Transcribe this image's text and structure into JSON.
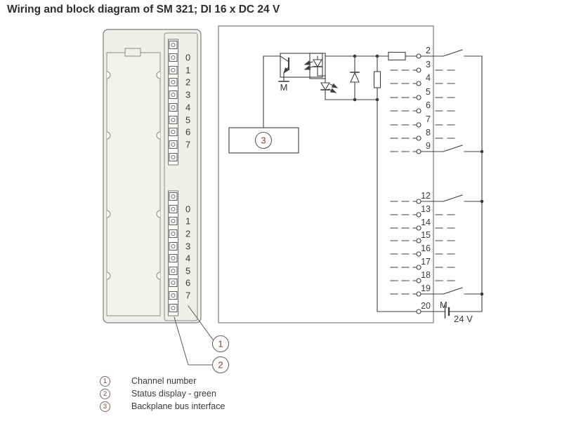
{
  "title": "Wiring and block diagram of SM 321; DI 16 x DC 24 V",
  "module_front": {
    "channel_labels_top": [
      "0",
      "1",
      "2",
      "3",
      "4",
      "5",
      "6",
      "7"
    ],
    "channel_labels_bottom": [
      "0",
      "1",
      "2",
      "3",
      "4",
      "5",
      "6",
      "7"
    ]
  },
  "block_diagram": {
    "internal_ground_label": "M",
    "backplane_number": "3",
    "terminals_top": [
      "2",
      "3",
      "4",
      "5",
      "6",
      "7",
      "8",
      "9"
    ],
    "terminals_bottom": [
      "12",
      "13",
      "14",
      "15",
      "16",
      "17",
      "18",
      "19"
    ],
    "terminal_ground": "20",
    "external_ground_label": "M",
    "supply_voltage": "24 V"
  },
  "callouts": {
    "channel": "1",
    "status": "2"
  },
  "legend": {
    "items": [
      {
        "num": "1",
        "label": "Channel number"
      },
      {
        "num": "2",
        "label": "Status display - green"
      },
      {
        "num": "3",
        "label": "Backplane bus interface"
      }
    ]
  },
  "colors": {
    "circuit_line": "#3f3f3f",
    "module_fill": "#f1efeb",
    "accent_digit": "#8b4134"
  }
}
